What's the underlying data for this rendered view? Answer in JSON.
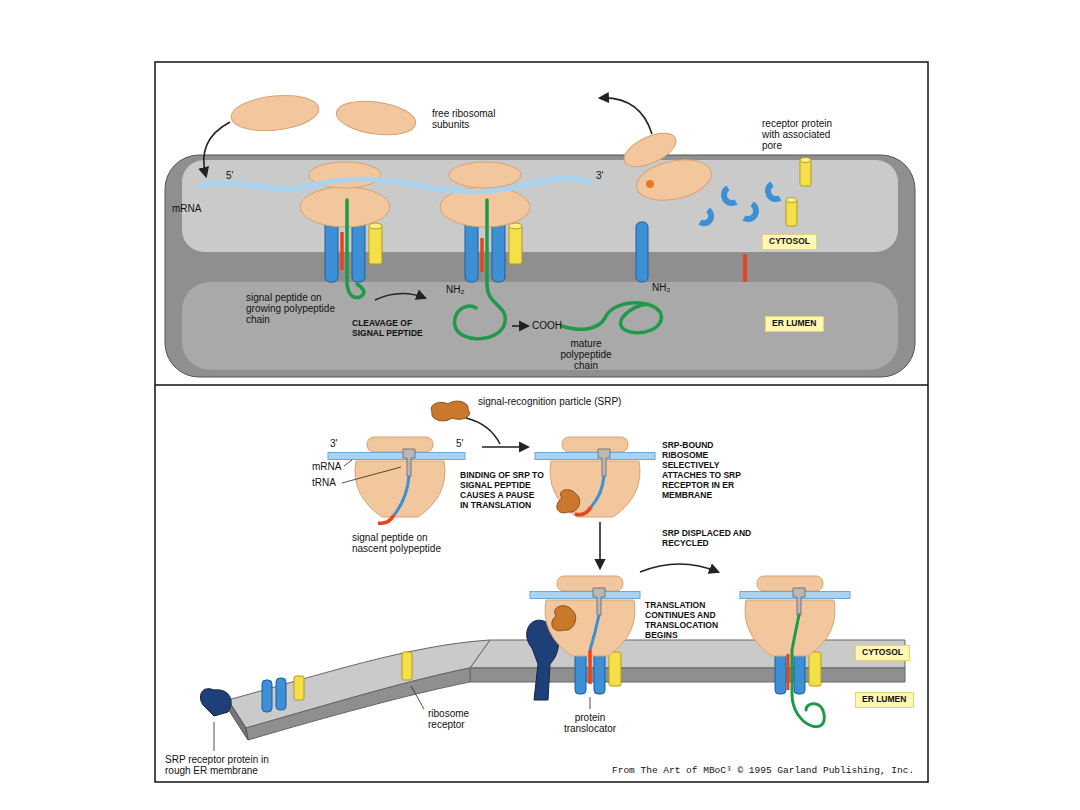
{
  "diagram": {
    "nodes": [
      {
        "text": [
          "CYTOSOL"
        ]
      },
      {
        "text": [
          "ER LUMEN"
        ]
      },
      {
        "text": [
          "CYTOSOL"
        ]
      },
      {
        "text": [
          "ER LUMEN"
        ]
      }
    ],
    "labels": [
      "free ribosomal subunits",
      "receptor protein with associated pore",
      "5'",
      "3'",
      "mRNA",
      "signal peptide on growing polypeptide chain",
      "CLEAVAGE OF SIGNAL PEPTIDE",
      "NH₂",
      "COOH",
      "NH₂",
      "mature polypeptide chain",
      "signal-recognition particle (SRP)",
      "3'",
      "5'",
      "mRNA",
      "tRNA",
      "BINDING OF SRP TO SIGNAL PEPTIDE CAUSES A PAUSE IN TRANSLATION",
      "signal peptide on nascent polypeptide",
      "SRP-BOUND RIBOSOME SELECTIVELY ATTACHES TO SRP RECEPTOR IN ER MEMBRANE",
      "SRP DISPLACED AND RECYCLED",
      "TRANSLATION CONTINUES AND TRANSLOCATION BEGINS",
      "ribosome receptor",
      "protein translocator",
      "SRP receptor protein in rough ER membrane",
      "From The Art of MBoC³ © 1995 Garland Publishing, Inc."
    ]
  }
}
